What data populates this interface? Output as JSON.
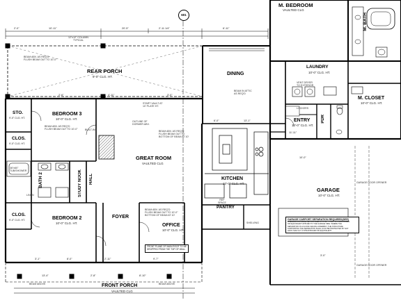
{
  "rooms": {
    "m_bedroom": {
      "name": "M. BEDROOM",
      "ceiling": "VAULTED CLG"
    },
    "m_bath": {
      "name": "M. BATH"
    },
    "rear_porch": {
      "name": "REAR PORCH",
      "ceiling": "9'-0\" CLG. HT."
    },
    "dining": {
      "name": "DINING"
    },
    "laundry": {
      "name": "LAUNDRY",
      "ceiling": "10'-0\" CLG. HT."
    },
    "m_closet": {
      "name": "M. CLOSET",
      "ceiling": "10'-0\" CLG. HT."
    },
    "sto": {
      "name": "STO.",
      "ceiling": "9'-0\" CLG. HT."
    },
    "bedroom3": {
      "name": "BEDROOM 3",
      "ceiling": "10'-0\" CLG. HT."
    },
    "clos_top": {
      "name": "CLOS.",
      "ceiling": "9'-0\" CLG. HT."
    },
    "entry": {
      "name": "ENTRY",
      "ceiling": "10'-0\" CLG. HT."
    },
    "pdr": {
      "name": "PDR"
    },
    "great_room": {
      "name": "GREAT ROOM",
      "ceiling": "VAULTED CLG"
    },
    "kitchen": {
      "name": "KITCHEN",
      "ceiling": "10'-0\" CLG. HT."
    },
    "bath2": {
      "name": "BATH 2"
    },
    "study_nook": {
      "name": "STUDY NOOK"
    },
    "hall": {
      "name": "HALL"
    },
    "garage": {
      "name": "GARAGE",
      "ceiling": "10'-0\" CLG. HT."
    },
    "pantry": {
      "name": "PANTRY"
    },
    "clos_bottom": {
      "name": "CLOS.",
      "ceiling": "9'-0\" CLG. HT."
    },
    "bedroom2": {
      "name": "BEDROOM 2",
      "ceiling": "10'-0\" CLG. HT."
    },
    "foyer": {
      "name": "FOYER"
    },
    "office": {
      "name": "OFFICE",
      "ceiling": "10'-0\" CLG. HT."
    },
    "front_porch": {
      "name": "FRONT PORCH",
      "ceiling": "VAULTED CLG"
    }
  },
  "callouts": {
    "section": "601"
  },
  "notes": {
    "beam_top": "BEAM ABV. AS REQ'D\nFLUSH BEAM OUT TO 10'-0\"",
    "column_typical": "12\"x12\" COLUMN\nTYPICAL",
    "bedroom3_beam": "BEAM ABV. AS REQ'D\nFLUSH BEAM OUT TO 10'-0\"",
    "plate_ht": "START VAULT AT\n10' PLATE HT.",
    "dormer": "OUTLINE OF\nDORMER ABV.",
    "great_beam": "BEAM ABV. AS REQ'D\nFLUSH BEAM OUT TO\nBOTTOM OF BEAM AT 10'",
    "builtins": "BUILT-INS",
    "beam_attic": "BEAM IN ATTIC\nAS REQ'D",
    "vent_dryer": "VENT DRYER\nTO EXTERIOR",
    "lockers": "LOCKERS",
    "tub": "36\"x60\"\nTUB/SHOWER",
    "linen": "LINEN",
    "ref": "REF\nSPACE",
    "shelving": "SHELVING",
    "garage_door_opener": "GARAGE DOOR OPENER",
    "front_plane": "FRONT PLANE OF MAIN ROOF TO BE\nDROPPED FROM THE TOP OF WALL",
    "beam_above": "BEAM ABOVE",
    "office_beam": "BEAM ABV. AS REQ'D\nFLUSH BEAM OUT TO 10'-0\"\nBOTTOM OF BEAM AT 10'",
    "separation_head": "GARAGE CARPORT SEPARATION REQUIRED(SEE)",
    "separation_body": "A SEPARATION SHALL BE PROVIDED BY A 5/8\" TYPE X GYPSUM BOARD\nOR EQUIVALENT APPLIED TO THE GARAGE SIDE. WHERE THE\nSEPARATION IS A FLOOR-CEILING ASSEMBLY, THE STRUCTURE\nSUPPORTING THE SEPARATION SHALL ALSO BE PROTECTED BY NOT\nLESS THAN 1/2\" GYPSUM BOARD OR EQUIVALENT."
  },
  "dims": {
    "d1": "2'-0\"",
    "d2": "10'-11\"",
    "d3": "20'-5\"",
    "d4": "2'-11 1/4\"",
    "d5": "6'-11\"",
    "d6": "2'-6\"",
    "d7": "4'-11\"",
    "d8": "3'-0\"",
    "d9": "6'-0\"",
    "d10": "13'-1\"",
    "d11": "3'-1\"",
    "d12": "8'-0\"",
    "d13": "2'-11\"",
    "d14": "9'-7\"",
    "d15": "13'-4\"",
    "d16": "2'-8\"",
    "d17": "8'-10\"",
    "d18": "10'-0\"",
    "d19": "3'-0\"",
    "d20": "11'-11\""
  }
}
